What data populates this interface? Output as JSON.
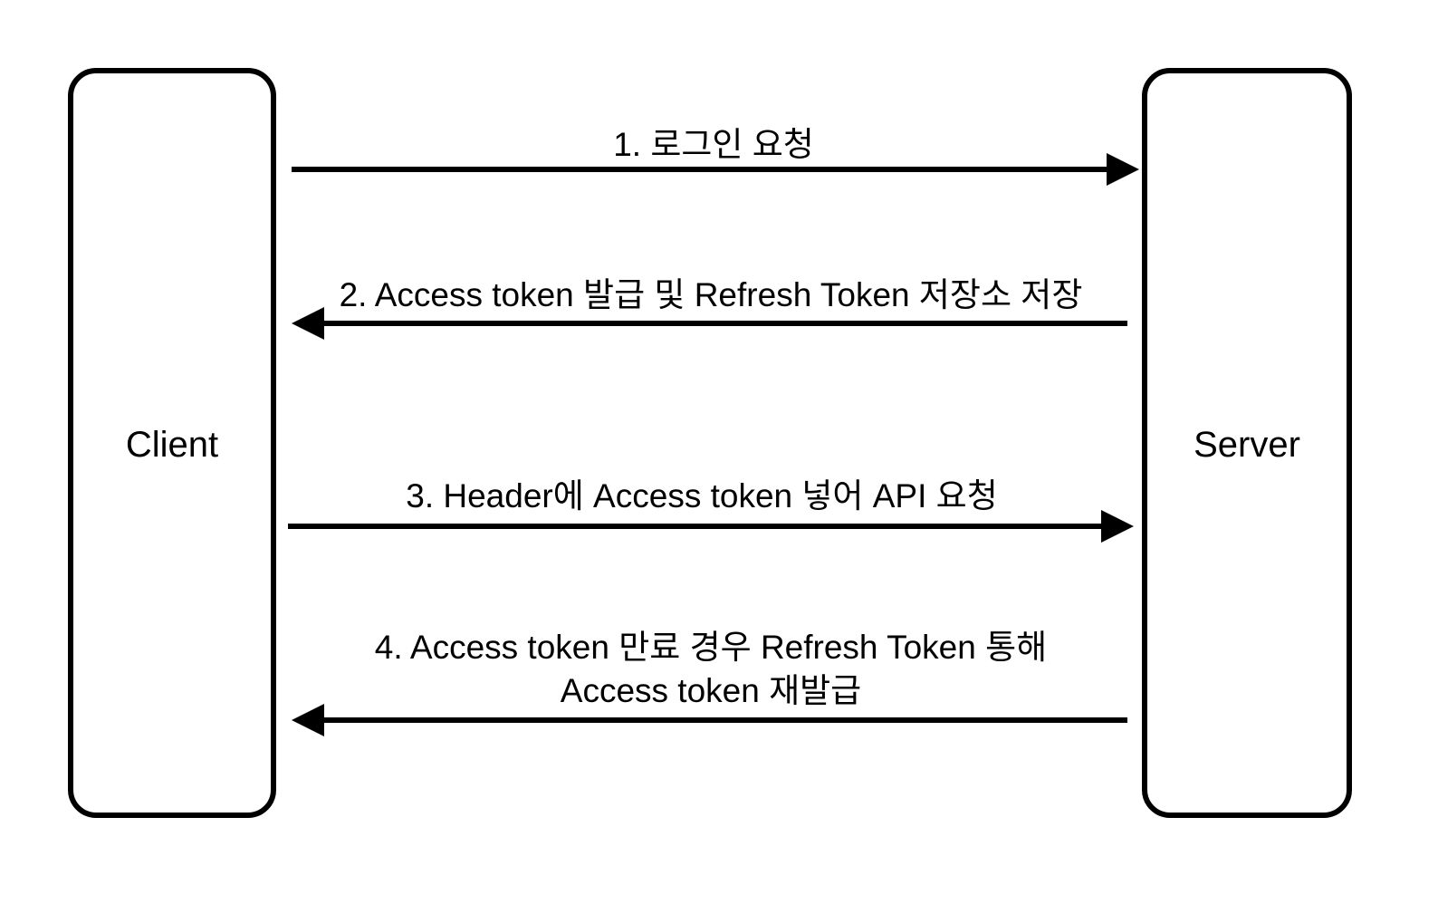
{
  "diagram": {
    "type": "sequence",
    "background": "#ffffff",
    "stroke_color": "#000000",
    "actors": [
      {
        "id": "client",
        "label": "Client"
      },
      {
        "id": "server",
        "label": "Server"
      }
    ],
    "messages": [
      {
        "step": 1,
        "from": "client",
        "to": "server",
        "direction": "right",
        "label": "1. 로그인 요청"
      },
      {
        "step": 2,
        "from": "server",
        "to": "client",
        "direction": "left",
        "label": "2. Access token 발급 및 Refresh Token 저장소 저장"
      },
      {
        "step": 3,
        "from": "client",
        "to": "server",
        "direction": "right",
        "label": "3. Header에 Access token 넣어 API 요청"
      },
      {
        "step": 4,
        "from": "server",
        "to": "client",
        "direction": "left",
        "label": "4. Access token 만료 경우 Refresh Token 통해 Access token 재발급",
        "lines": [
          "4. Access token 만료 경우 Refresh Token 통해",
          "Access token 재발급"
        ]
      }
    ]
  }
}
